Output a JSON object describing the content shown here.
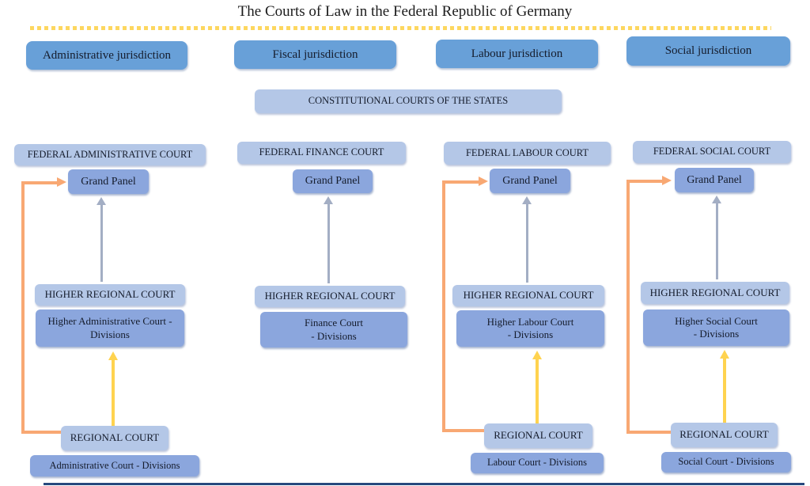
{
  "title": "The Courts of Law in the Federal Republic of Germany",
  "jurisdictions": [
    {
      "label": "Administrative jurisdiction"
    },
    {
      "label": "Fiscal jurisdiction"
    },
    {
      "label": "Labour jurisdiction"
    },
    {
      "label": "Social jurisdiction"
    }
  ],
  "constitutional_box": "CONSTITUTIONAL COURTS OF THE STATES",
  "columns": [
    {
      "federal_court": "FEDERAL ADMINISTRATIVE COURT",
      "grand_panel": "Grand Panel",
      "higher_regional_court": "HIGHER REGIONAL COURT",
      "higher_divisions": "Higher Administrative Court -\nDivisions",
      "regional_court": "REGIONAL COURT",
      "court_divisions": "Administrative Court - Divisions"
    },
    {
      "federal_court": "FEDERAL FINANCE COURT",
      "grand_panel": "Grand Panel",
      "higher_regional_court": "HIGHER REGIONAL COURT",
      "higher_divisions": "Finance Court\n- Divisions"
    },
    {
      "federal_court": "FEDERAL LABOUR COURT",
      "grand_panel": "Grand Panel",
      "higher_regional_court": "HIGHER REGIONAL COURT",
      "higher_divisions": "Higher Labour Court\n- Divisions",
      "regional_court": "REGIONAL COURT",
      "court_divisions": "Labour Court - Divisions"
    },
    {
      "federal_court": "FEDERAL SOCIAL COURT",
      "grand_panel": "Grand Panel",
      "higher_regional_court": "HIGHER REGIONAL COURT",
      "higher_divisions": "Higher Social Court\n- Divisions",
      "regional_court": "REGIONAL COURT",
      "court_divisions": "Social Court - Divisions"
    }
  ],
  "colors": {
    "header_blue": "#68a0d8",
    "light_blue": "#b4c7e7",
    "medium_blue": "#8ba6dd",
    "orange_arrow": "#f8a873",
    "yellow_arrow": "#ffd34f",
    "gray_arrow": "#a3aec4",
    "dotted_line_gold": "#fdd75f",
    "bottom_line_navy": "#27497e"
  }
}
